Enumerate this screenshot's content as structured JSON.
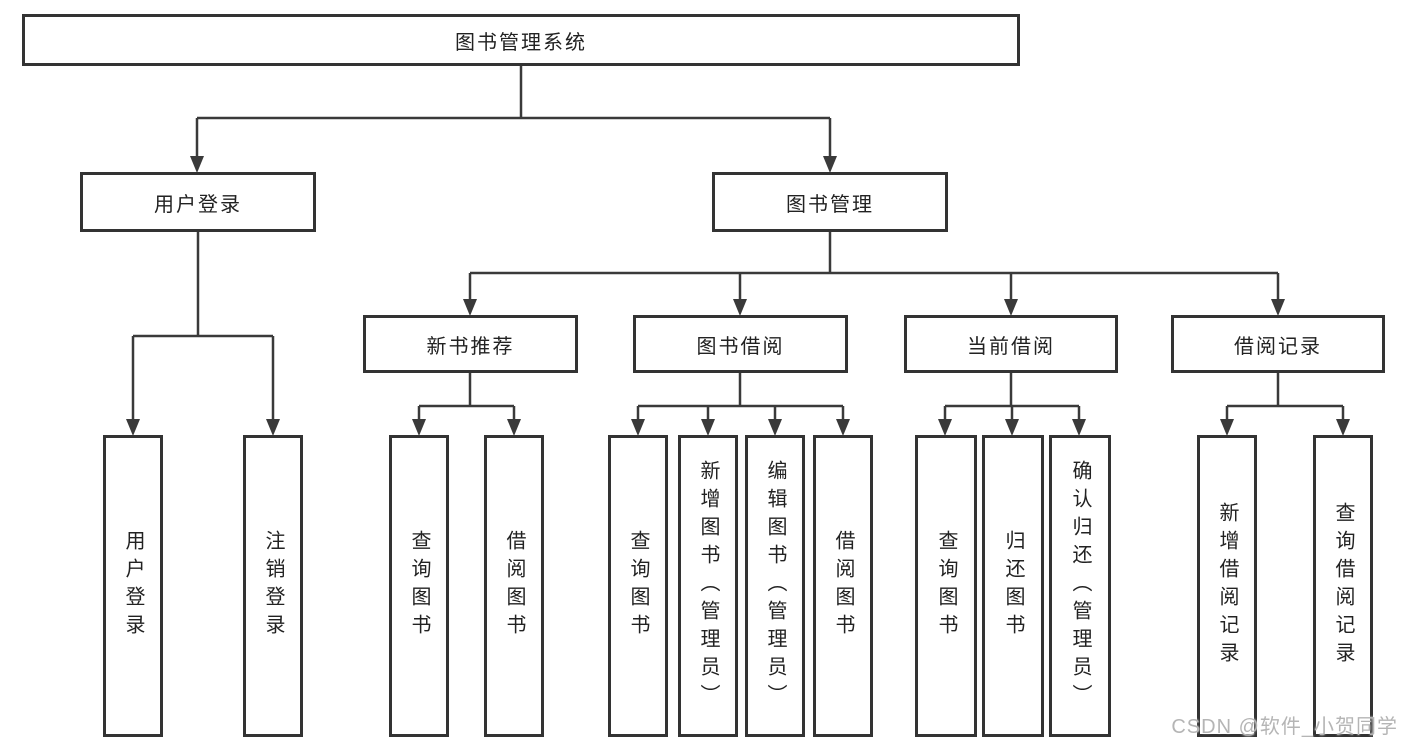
{
  "tree": {
    "root": "图书管理系统",
    "user_login": {
      "label": "用户登录",
      "children": [
        "用户登录",
        "注销登录"
      ]
    },
    "book_mgmt": {
      "label": "图书管理",
      "sections": {
        "new_book_rec": {
          "label": "新书推荐",
          "children": [
            "查询图书",
            "借阅图书"
          ]
        },
        "book_borrow": {
          "label": "图书借阅",
          "children": [
            "查询图书",
            "新增图书（管理员）",
            "编辑图书（管理员）",
            "借阅图书"
          ]
        },
        "current_borrow": {
          "label": "当前借阅",
          "children": [
            "查询图书",
            "归还图书",
            "确认归还（管理员）"
          ]
        },
        "borrow_records": {
          "label": "借阅记录",
          "children": [
            "新增借阅记录",
            "查询借阅记录"
          ]
        }
      }
    }
  },
  "watermark": "CSDN @软件_小贺同学",
  "colors": {
    "line": "#3a3a3a",
    "box_border": "#333333",
    "text": "#222222",
    "watermark": "#b5b5b5",
    "background": "#ffffff"
  }
}
